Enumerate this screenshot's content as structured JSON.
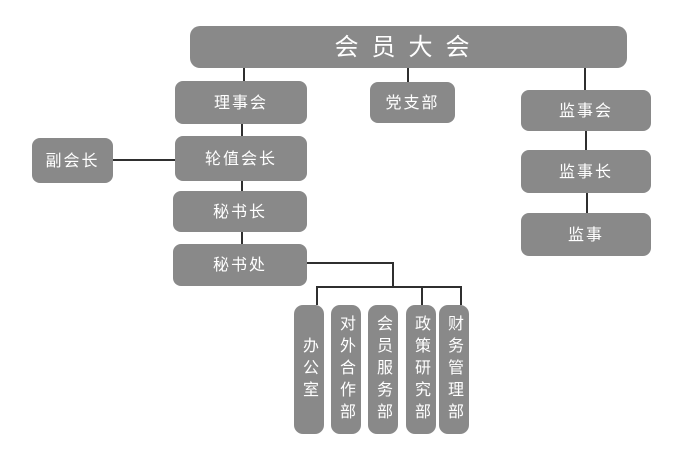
{
  "diagram": {
    "type": "org-chart",
    "colors": {
      "background": "#ffffff",
      "node_fill": "#898989",
      "node_text": "#ffffff",
      "connector": "#2f2f2f"
    },
    "nodes": {
      "member_assembly": "会员大会",
      "council": "理事会",
      "party_branch": "党支部",
      "supervisory_board": "监事会",
      "vice_president": "副会长",
      "rotating_president": "轮值会长",
      "secretary_general": "秘书长",
      "chief_supervisor": "监事长",
      "secretariat": "秘书处",
      "supervisor": "监事",
      "office": "办公室",
      "external_cooperation_dept": "对外合作部",
      "member_service_dept": "会员服务部",
      "policy_research_dept": "政策研究部",
      "financial_management_dept": "财务管理部"
    },
    "edges": [
      {
        "from": "会员大会",
        "to": "理事会"
      },
      {
        "from": "会员大会",
        "to": "党支部"
      },
      {
        "from": "会员大会",
        "to": "监事会"
      },
      {
        "from": "理事会",
        "to": "轮值会长"
      },
      {
        "from": "副会长",
        "to": "轮值会长",
        "style": "lateral"
      },
      {
        "from": "轮值会长",
        "to": "秘书长"
      },
      {
        "from": "秘书长",
        "to": "秘书处"
      },
      {
        "from": "监事会",
        "to": "监事长"
      },
      {
        "from": "监事长",
        "to": "监事"
      },
      {
        "from": "秘书处",
        "to": "办公室"
      },
      {
        "from": "秘书处",
        "to": "对外合作部"
      },
      {
        "from": "秘书处",
        "to": "会员服务部"
      },
      {
        "from": "秘书处",
        "to": "政策研究部"
      },
      {
        "from": "秘书处",
        "to": "财务管理部"
      }
    ]
  }
}
